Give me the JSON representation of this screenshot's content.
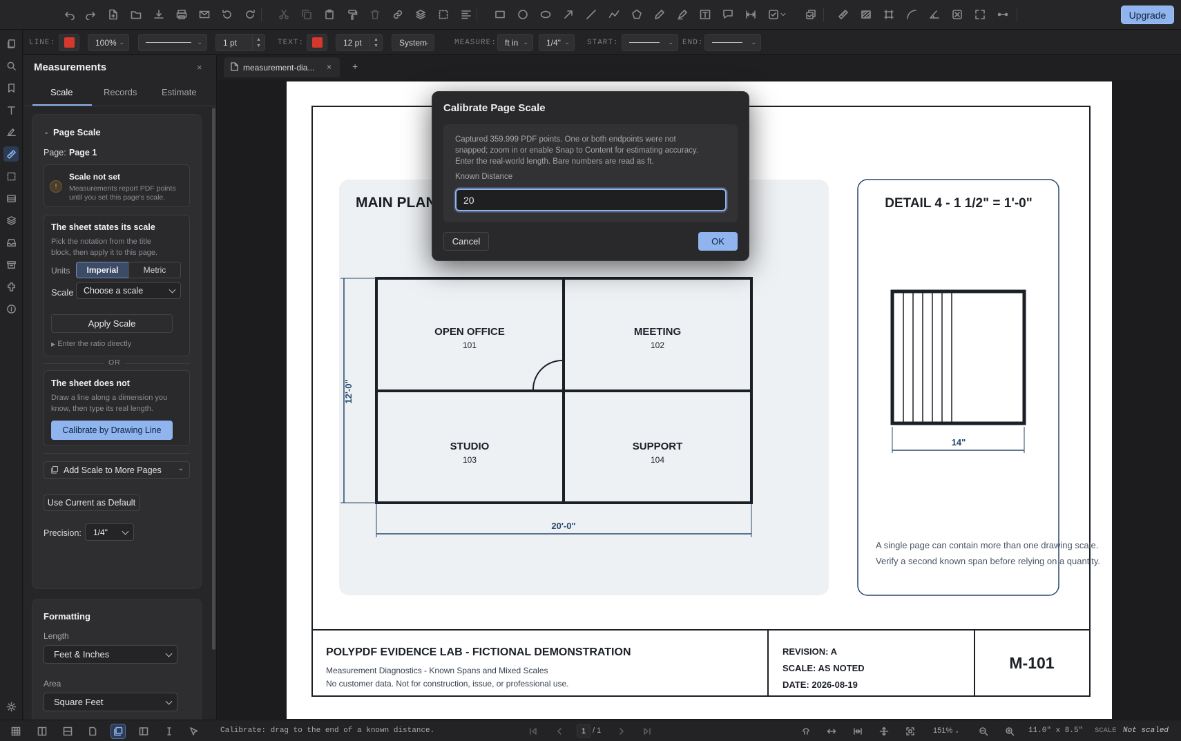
{
  "app": {
    "upgrade_label": "Upgrade",
    "accent_color": "#8fb4ee"
  },
  "toolbar": {
    "icons": [
      "undo-icon",
      "redo-icon",
      "new-file-icon",
      "open-folder-icon",
      "download-icon",
      "print-icon",
      "mail-icon",
      "rotate-left-icon",
      "rotate-right-icon",
      "cut-icon",
      "copy-icon",
      "paste-icon",
      "format-paint-icon",
      "delete-icon",
      "link-icon",
      "layers-icon",
      "select-rect-icon",
      "align-icon",
      "rectangle-icon",
      "circle-icon",
      "ellipse-icon",
      "arrow-icon",
      "line-icon",
      "polyline-icon",
      "polygon-icon",
      "pen-icon",
      "highlighter-icon",
      "text-box-icon",
      "callout-icon",
      "dimension-icon",
      "checkbox-icon",
      "more-dropdown-icon",
      "stamp-icon",
      "ruler-icon",
      "area-icon",
      "perimeter-icon",
      "arc-icon",
      "angle-icon",
      "count-icon",
      "fit-icon",
      "distance-icon"
    ]
  },
  "properties": {
    "line_label": "LINE:",
    "line_color": "#d6392c",
    "opacity": "100%",
    "line_width": "1 pt",
    "text_label": "TEXT:",
    "text_color": "#d6392c",
    "font_size": "12 pt",
    "font": "System",
    "measure_label": "MEASURE:",
    "measure_unit": "ft in",
    "measure_precision": "1/4\"",
    "start_label": "START:",
    "end_label": "END:"
  },
  "panel": {
    "title": "Measurements",
    "close": "×",
    "tabs": [
      "Scale",
      "Records",
      "Estimate"
    ],
    "page_scale": {
      "heading": "Page Scale",
      "page_label": "Page:",
      "page_value": "Page 1",
      "warning_title": "Scale not set",
      "warning_body_1": "Measurements report PDF points",
      "warning_body_2": "until you set this page's scale.",
      "warning_icon": "!"
    },
    "states_scale": {
      "heading": "The sheet states its scale",
      "body_1": "Pick the notation from the title",
      "body_2": "block, then apply it to this page.",
      "units_label": "Units",
      "unit_imperial": "Imperial",
      "unit_metric": "Metric",
      "scale_label": "Scale",
      "scale_placeholder": "Choose a scale",
      "apply_label": "Apply Scale",
      "ratio_link": "Enter the ratio directly"
    },
    "or_label": "OR",
    "no_scale": {
      "heading": "The sheet does not",
      "body_1": "Draw a line along a dimension you",
      "body_2": "know, then type its real length.",
      "calibrate_label": "Calibrate by Drawing Line"
    },
    "add_scale_label": "Add Scale to More Pages",
    "use_default_label": "Use Current as Default",
    "precision_label": "Precision:",
    "precision_value": "1/4\"",
    "formatting": {
      "heading": "Formatting",
      "length_label": "Length",
      "length_value": "Feet & Inches",
      "area_label": "Area",
      "area_value": "Square Feet"
    }
  },
  "document": {
    "tab_label": "measurement-dia...",
    "tab_close": "×",
    "new_tab": "+",
    "plan_title": "MAIN PLAN",
    "rooms": [
      {
        "name": "OPEN OFFICE",
        "number": "101"
      },
      {
        "name": "MEETING",
        "number": "102"
      },
      {
        "name": "STUDIO",
        "number": "103"
      },
      {
        "name": "SUPPORT",
        "number": "104"
      }
    ],
    "dim_vertical": "12'-0\"",
    "dim_horizontal": "20'-0\"",
    "detail_title": "DETAIL 4 - 1 1/2\" = 1'-0\"",
    "detail_dim": "14\"",
    "detail_note_1": "A single page can contain more than one drawing scale.",
    "detail_note_2": "Verify a second known span before relying on a quantity.",
    "title_block": {
      "project": "POLYPDF EVIDENCE LAB - FICTIONAL DEMONSTRATION",
      "subtitle": "Measurement Diagnostics - Known Spans and Mixed Scales",
      "disclaimer": "No customer data. Not for construction, issue, or professional use.",
      "revision": "REVISION: A",
      "scale": "SCALE: AS NOTED",
      "date": "DATE: 2026-08-19",
      "sheet": "M-101"
    }
  },
  "dialog": {
    "title": "Calibrate Page Scale",
    "message_1": "Captured 359.999 PDF points. One or both endpoints were not",
    "message_2": "snapped; zoom in or enable Snap to Content for estimating accuracy.",
    "message_3": "Enter the real-world length. Bare numbers are read as ft.",
    "field_label": "Known Distance",
    "field_value": "20",
    "cancel_label": "Cancel",
    "ok_label": "OK"
  },
  "status": {
    "hint": "Calibrate: drag to the end of a known distance.",
    "page_current": "1",
    "page_total": "/ 1",
    "zoom": "151%",
    "page_size": "11.0\" x 8.5\"",
    "scale_label": "SCALE",
    "scale_value": "Not scaled"
  }
}
